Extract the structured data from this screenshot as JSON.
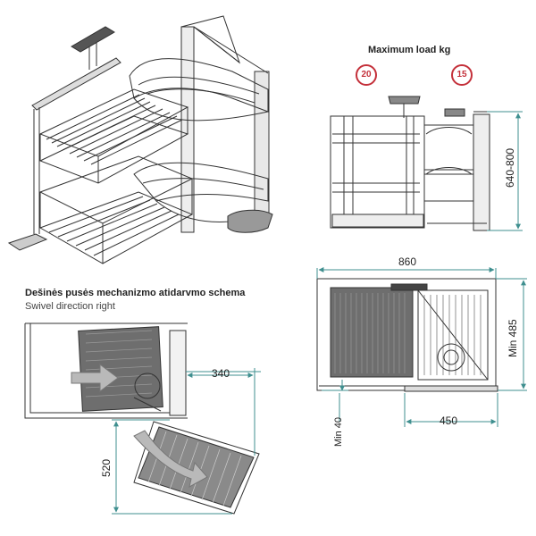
{
  "load_title": "Maximum load kg",
  "load_values": [
    "20",
    "15"
  ],
  "dimensions": {
    "height_range": "640-800",
    "width_total": "860",
    "min_depth": "Min 485",
    "opening": "450",
    "min_side": "Min 40",
    "swivel_reach": "340",
    "swivel_depth": "520"
  },
  "scheme_title_lt": "Dešinės pusės mechanizmo atidarvmo schema",
  "scheme_title_en": "Swivel direction right",
  "colors": {
    "line": "#333333",
    "dimension": "#3f8f8f",
    "badge": "#c4303a",
    "arrow_fill": "#b9b9b9"
  }
}
